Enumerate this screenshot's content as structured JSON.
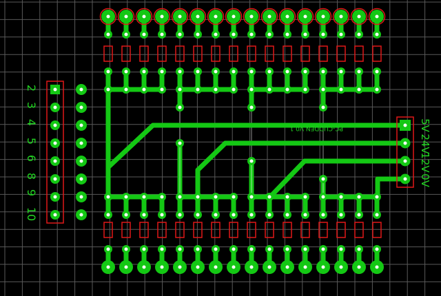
{
  "board": {
    "background_color": "#000000",
    "grid_color": "#5a5a5a",
    "copper_color": "#14c814",
    "outline_color": "#e01818",
    "drill_color": "#ffffff",
    "silk_color": "#22d422"
  },
  "left_labels": [
    "2",
    "3",
    "4",
    "5",
    "6",
    "8",
    "9",
    "10"
  ],
  "right_labels": [
    "5V",
    "0V",
    "12V",
    "24V"
  ],
  "board_text": "PC-CUDDEN V0.1"
}
